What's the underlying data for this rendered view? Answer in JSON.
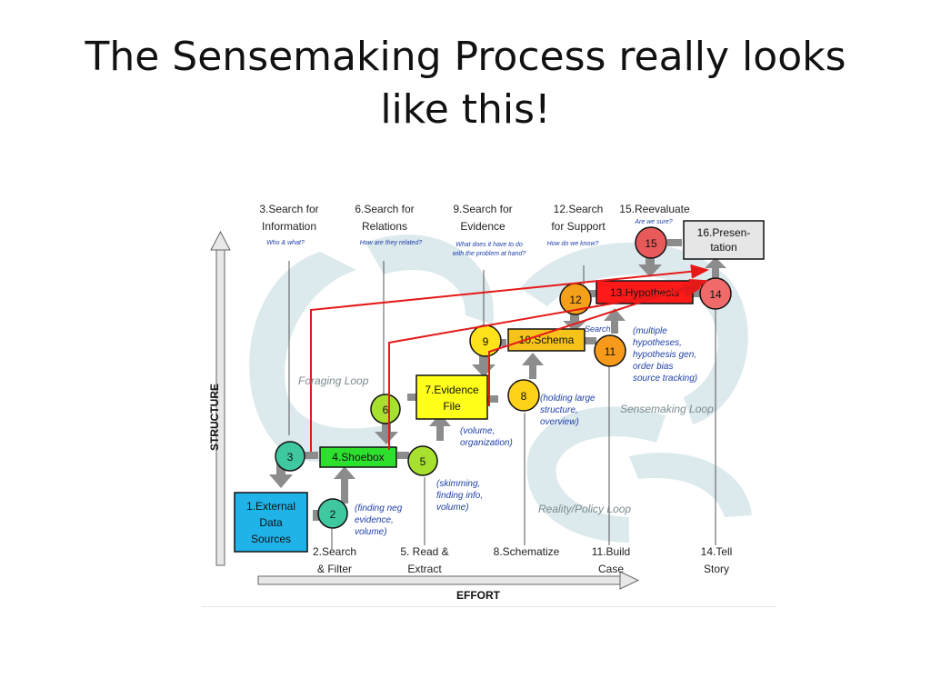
{
  "slide": {
    "title_line1": "The Sensemaking Process really looks",
    "title_line2": "like this!"
  },
  "axes": {
    "y_label": "STRUCTURE",
    "x_label": "EFFORT"
  },
  "top_labels": [
    {
      "l1": "3.Search for",
      "l2": "Information",
      "hint": "Who & what?"
    },
    {
      "l1": "6.Search for",
      "l2": "Relations",
      "hint": "How are they related?"
    },
    {
      "l1": "9.Search for",
      "l2": "Evidence",
      "hint": "What does it have to do",
      "hint2": "with the problem at hand?"
    },
    {
      "l1": "12.Search",
      "l2": "for Support",
      "hint": "How do we know?"
    },
    {
      "l1": "15.Reevaluate",
      "l2": "",
      "hint": "Are we sure?"
    }
  ],
  "bottom_labels": [
    {
      "l1": "2.Search",
      "l2": "& Filter"
    },
    {
      "l1": "5. Read &",
      "l2": "Extract"
    },
    {
      "l1": "8.Schematize",
      "l2": ""
    },
    {
      "l1": "11.Build",
      "l2": "Case"
    },
    {
      "l1": "14.Tell",
      "l2": "Story"
    }
  ],
  "boxes": {
    "b1": {
      "l1": "1.External",
      "l2": "Data",
      "l3": "Sources",
      "color": "#1fb3e8"
    },
    "b4": {
      "l1": "4.Shoebox",
      "color": "#2ee02e"
    },
    "b7": {
      "l1": "7.Evidence",
      "l2": "File",
      "color": "#ffff1a"
    },
    "b10": {
      "l1": "10.Schema",
      "color": "#f7c21a"
    },
    "b13": {
      "l1": "13.Hypothesis",
      "color": "#ff1a1a"
    },
    "b16": {
      "l1": "16.Presen-",
      "l2": "tation",
      "color": "#e6e6e6"
    }
  },
  "circles": {
    "c2": {
      "n": "2",
      "color": "#3fc7a0"
    },
    "c3": {
      "n": "3",
      "color": "#3fc7a0"
    },
    "c5": {
      "n": "5",
      "color": "#a8e030"
    },
    "c6": {
      "n": "6",
      "color": "#a8e030"
    },
    "c8": {
      "n": "8",
      "color": "#ffd21a"
    },
    "c9": {
      "n": "9",
      "color": "#ffe21a"
    },
    "c11": {
      "n": "11",
      "color": "#f59a1a"
    },
    "c12": {
      "n": "12",
      "color": "#f5a01a"
    },
    "c14": {
      "n": "14",
      "color": "#f06a6a"
    },
    "c15": {
      "n": "15",
      "color": "#e85a5a"
    }
  },
  "notes": {
    "n2": [
      "(finding neg",
      "evidence,",
      "volume)"
    ],
    "n5": [
      "(skimming,",
      "finding info,",
      "volume)"
    ],
    "n7": [
      "(volume,",
      "organization)"
    ],
    "n8": [
      "(holding large",
      "structure,",
      "overview)"
    ],
    "n11": [
      "(multiple",
      "hypotheses,",
      "hypothesis gen,",
      "order bias",
      "source tracking)"
    ],
    "n12": [
      "Search"
    ]
  },
  "loops": {
    "foraging": "Foraging Loop",
    "sensemaking": "Sensemaking Loop",
    "reality": "Reality/Policy Loop"
  },
  "colors": {
    "arrow_red": "#e61919",
    "gray_arrow": "#8c8c8c",
    "swirl": "#d7e6ea"
  }
}
